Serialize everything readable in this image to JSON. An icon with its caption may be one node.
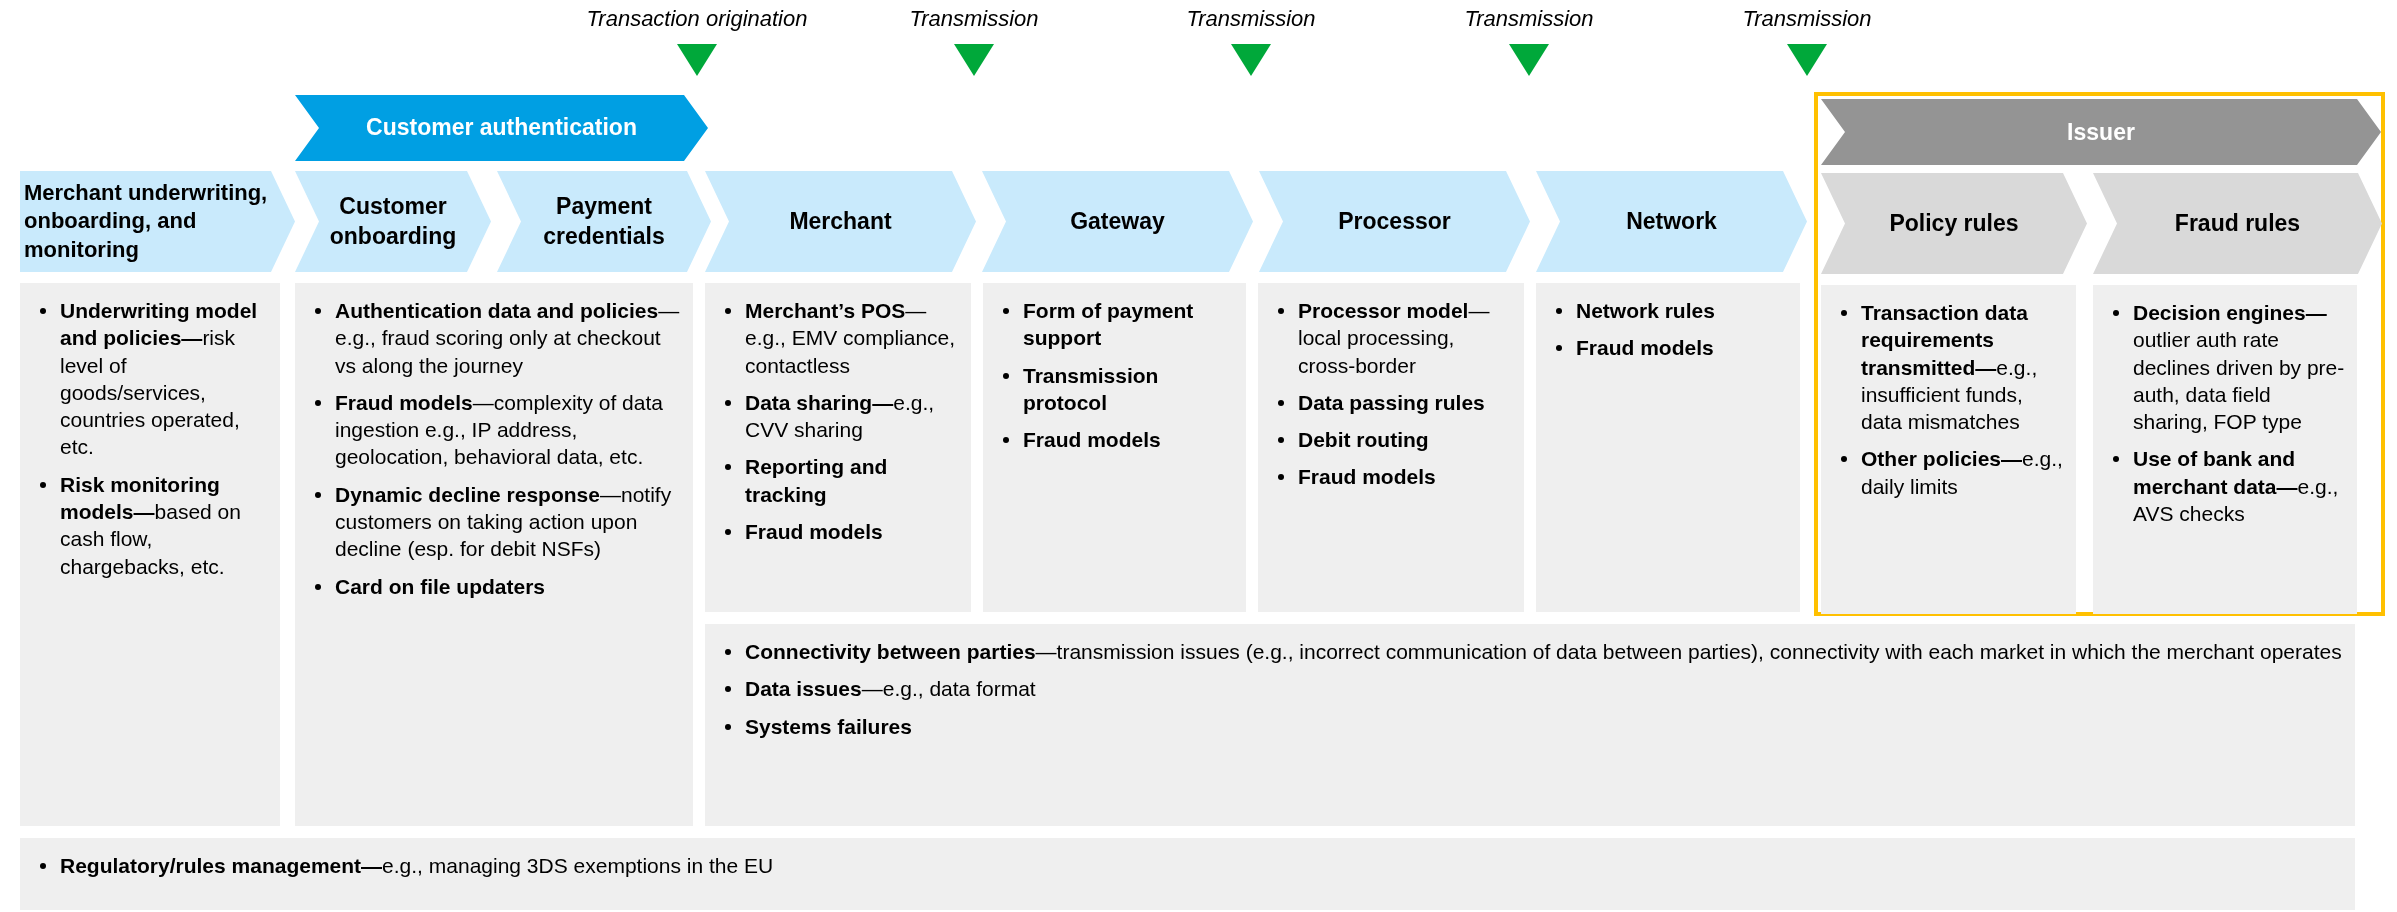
{
  "diagram": {
    "nodes": [
      {
        "text": [
          "Customer authentication"
        ]
      },
      {
        "text": [
          "Merchant underwriting, onboarding, and monitoring"
        ]
      },
      {
        "text": [
          "Customer onboarding"
        ]
      },
      {
        "text": [
          "Payment credentials"
        ]
      },
      {
        "text": [
          "Merchant"
        ]
      },
      {
        "text": [
          "Gateway"
        ]
      },
      {
        "text": [
          "Processor"
        ]
      },
      {
        "text": [
          "Network"
        ]
      },
      {
        "text": [
          "Issuer"
        ]
      },
      {
        "text": [
          "Policy rules"
        ],
        "in": 8
      },
      {
        "text": [
          "Fraud rules"
        ],
        "in": 8
      },
      {
        "text": [
          "**Underwriting model and policies—**risk level of goods/services, countries operated, etc.",
          "**Risk monitoring models—**based on cash flow, chargebacks, etc."
        ]
      },
      {
        "text": [
          "**Authentication data and policies**—e.g., fraud scoring only at checkout vs along the journey",
          "**Fraud models**—complexity of data ingestion e.g., IP address, geolocation, behavioral data, etc.",
          "**Dynamic decline response**—notify customers on taking action upon decline (esp. for debit NSFs)",
          "**Card on file updaters**"
        ]
      },
      {
        "text": [
          "**Merchant’s POS**—e.g., EMV compliance, contactless",
          "**Data sharing—**e.g., CVV sharing",
          "**Reporting and tracking**",
          "**Fraud models**"
        ]
      },
      {
        "text": [
          "**Form of payment support**",
          "**Transmission protocol**",
          "**Fraud models**"
        ]
      },
      {
        "text": [
          "**Processor model**—local processing, cross-border",
          "**Data passing rules**",
          "**Debit routing**",
          "**Fraud models**"
        ]
      },
      {
        "text": [
          "**Network rules**",
          "**Fraud models**"
        ]
      },
      {
        "text": [
          "**Transaction data requirements transmitted—**e.g., insufficient funds, data mismatches",
          "**Other policies—**e.g., daily limits"
        ],
        "in": 8
      },
      {
        "text": [
          "**Decision engines—**outlier auth rate declines driven by pre-auth, data field sharing, FOP type",
          "**Use of bank and merchant data—**e.g., AVS checks"
        ],
        "in": 8
      },
      {
        "text": [
          "**Connectivity between parties**—transmission issues (e.g., incorrect communication of data between parties), connectivity with each market in which the merchant operates",
          "**Data issues**—e.g., data format",
          "**Systems failures**"
        ]
      },
      {
        "text": [
          "**Regulatory/rules management—**e.g., managing 3DS exemptions in the EU"
        ]
      }
    ],
    "labels": [
      "Transaction origination",
      "Transmission",
      "Transmission",
      "Transmission",
      "Transmission"
    ]
  }
}
